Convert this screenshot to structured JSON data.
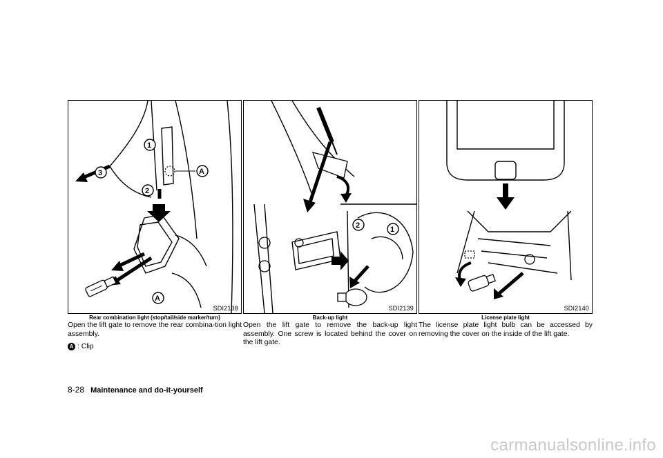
{
  "figures": [
    {
      "code": "SDI2138",
      "caption": "Rear combination light (stop/tail/side marker/turn)",
      "body": "Open the lift gate to remove the rear combina-tion light assembly.",
      "legend": {
        "badge": "A",
        "text": ": Clip"
      }
    },
    {
      "code": "SDI2139",
      "caption": "Back-up light",
      "body": "Open the lift gate to remove the back-up light assembly. One screw is located behind the cover on the lift gate."
    },
    {
      "code": "SDI2140",
      "caption": "License plate light",
      "body": "The license plate light bulb can be accessed by removing the cover on the inside of the lift gate."
    }
  ],
  "callouts": {
    "one": "1",
    "two": "2",
    "three": "3",
    "a": "A"
  },
  "footer": {
    "page_number": "8-28",
    "section": "Maintenance and do-it-yourself"
  },
  "watermark": "carmanualsonline.info"
}
